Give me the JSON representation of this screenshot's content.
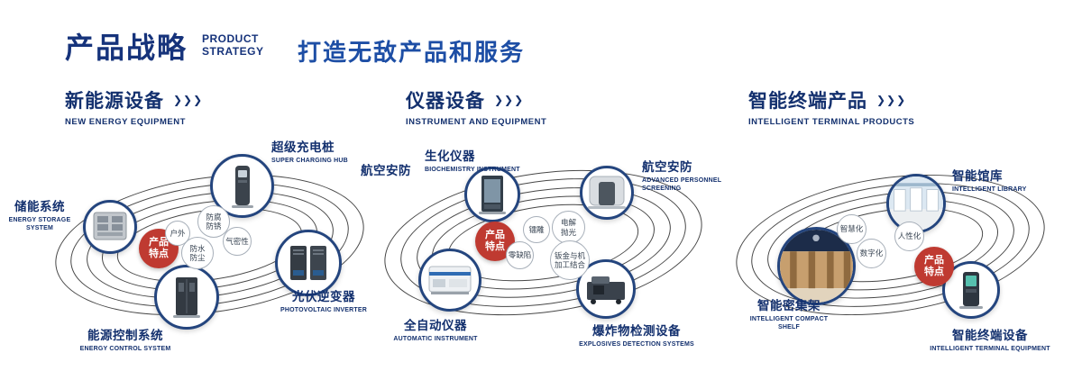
{
  "header": {
    "title": "产品战略",
    "subtitle_line1": "PRODUCT",
    "subtitle_line2": "STRATEGY",
    "tagline": "打造无敌产品和服务"
  },
  "icons": {
    "section_arrow": "❯❯❯"
  },
  "sections": [
    {
      "title": "新能源设备",
      "subtitle": "NEW ENERGY EQUIPMENT",
      "badge": "产品特点",
      "features": [
        "户外",
        "防腐防锈",
        "气密性",
        "防水防尘"
      ],
      "products": [
        {
          "name": "储能系统",
          "en": "ENERGY STORAGE SYSTEM",
          "icon": "battery-storage-cabinet"
        },
        {
          "name": "超级充电桩",
          "en": "SUPER CHARGING HUB",
          "icon": "charging-pile"
        },
        {
          "name": "光伏逆变器",
          "en": "PHOTOVOLTAIC INVERTER",
          "icon": "inverter-cabinet"
        },
        {
          "name": "能源控制系统",
          "en": "ENERGY CONTROL SYSTEM",
          "icon": "control-cabinet"
        }
      ]
    },
    {
      "title": "仪器设备",
      "subtitle": "INSTRUMENT AND EQUIPMENT",
      "badge": "产品特点",
      "side_label": "航空安防",
      "features": [
        "镭雕",
        "电解抛光",
        "零缺陷",
        "钣金与机加工结合"
      ],
      "products": [
        {
          "name": "生化仪器",
          "en": "BIOCHEMISTRY INSTRUMENT",
          "icon": "biochemistry-cabinet"
        },
        {
          "name": "航空安防",
          "en": "ADVANCED PERSONNEL SCREENING",
          "icon": "screening-machine"
        },
        {
          "name": "全自动仪器",
          "en": "AUTOMATIC INSTRUMENT",
          "icon": "analyzer-machine"
        },
        {
          "name": "爆炸物检测设备",
          "en": "EXPLOSIVES DETECTION SYSTEMS",
          "icon": "detection-machine"
        }
      ]
    },
    {
      "title": "智能终端产品",
      "subtitle": "INTELLIGENT TERMINAL PRODUCTS",
      "badge": "产品特点",
      "features": [
        "智慧化",
        "人性化",
        "数字化"
      ],
      "products": [
        {
          "name": "智能馆库",
          "en": "INTELLIGENT LIBRARY",
          "icon": "library-room"
        },
        {
          "name": "智能密集架",
          "en": "INTELLIGENT COMPACT SHELF",
          "icon": "compact-shelf"
        },
        {
          "name": "智能终端设备",
          "en": "INTELLIGENT TERMINAL EQUIPMENT",
          "icon": "terminal-kiosk"
        }
      ]
    }
  ],
  "colors": {
    "primary_navy": "#16337b",
    "tagline_blue": "#1d4ea5",
    "badge_red": "#bf3a31",
    "orbit_line": "#474747"
  }
}
